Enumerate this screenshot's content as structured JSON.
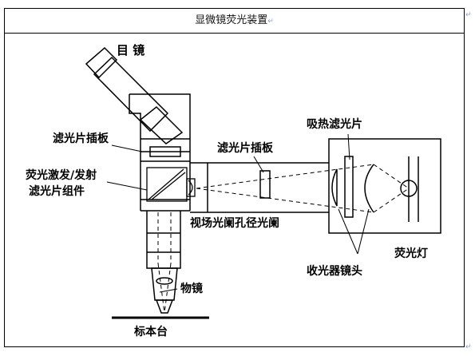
{
  "title": "显微镜荧光装置",
  "labels": {
    "eyepiece": "目   镜",
    "filter_slot_left": "滤光片插板",
    "filter_slot_mid": "滤光片插板",
    "excitation_line1": "荧光激发/发射",
    "excitation_line2": "滤光片组件",
    "heat_filter": "吸热滤光片",
    "field_iris": "视场光阑孔径光阑",
    "lamp": "荧光灯",
    "collector": "收光器镜头",
    "objective": "物镜",
    "stage": "标本台"
  }
}
